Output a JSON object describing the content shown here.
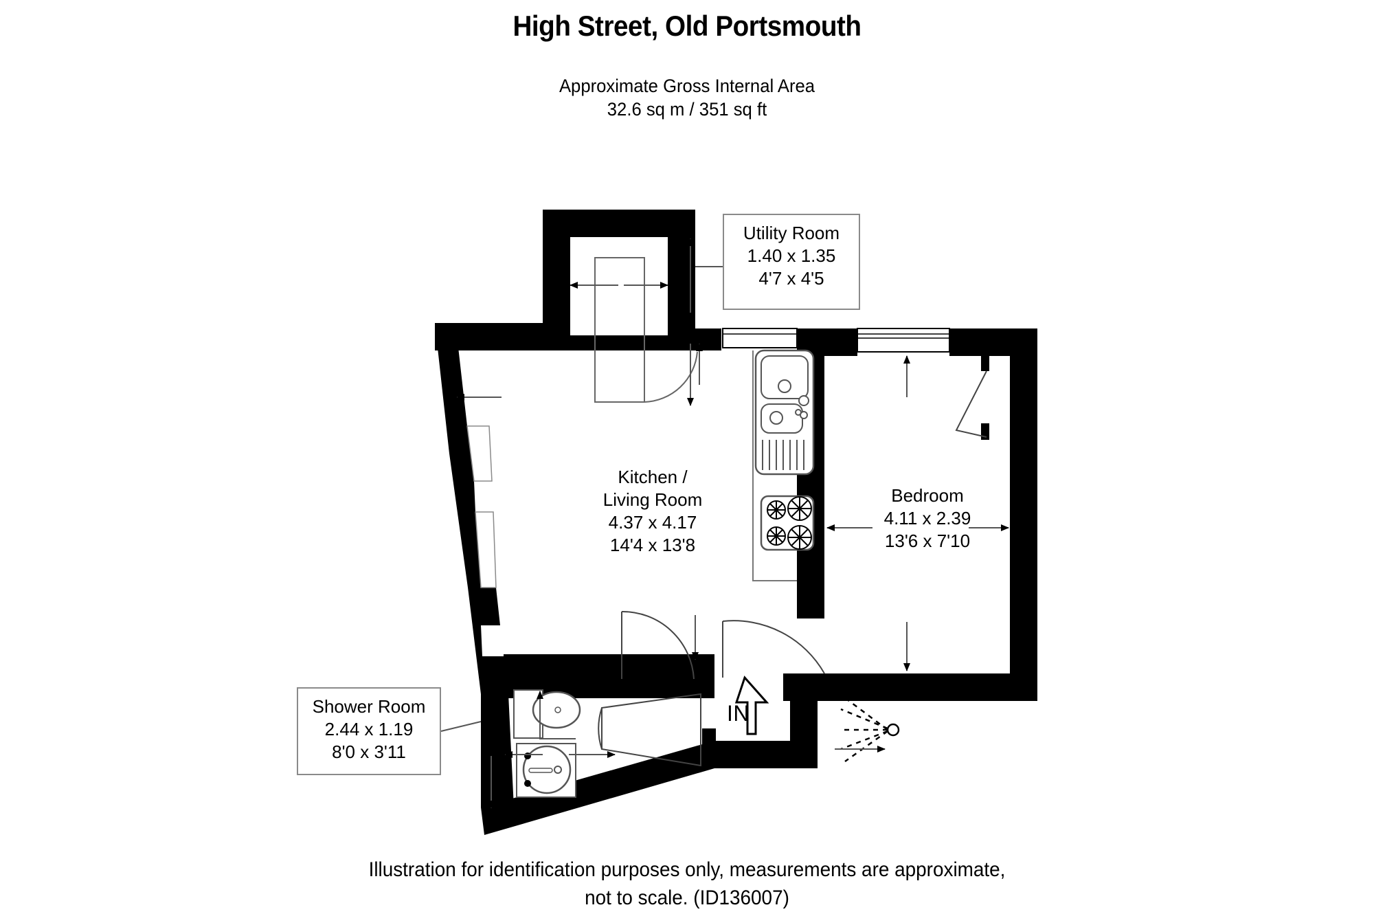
{
  "header": {
    "title": "High Street, Old Portsmouth",
    "area_line_1": "Approximate Gross Internal Area",
    "area_line_2": "32.6 sq m / 351 sq ft"
  },
  "footer": {
    "line_1": "Illustration for identification purposes only, measurements are approximate,",
    "line_2": "not to scale. (ID136007)"
  },
  "entrance": {
    "label": "IN",
    "icon": "up-arrow-icon"
  },
  "rooms": {
    "utility": {
      "name": "Utility Room",
      "metric": "1.40 x 1.35",
      "imperial": "4'7 x 4'5"
    },
    "kitchen_living": {
      "name_line_1": "Kitchen /",
      "name_line_2": "Living Room",
      "metric": "4.37 x 4.17",
      "imperial": "14'4 x 13'8"
    },
    "bedroom": {
      "name": "Bedroom",
      "metric": "4.11 x 2.39",
      "imperial": "13'6 x 7'10"
    },
    "shower": {
      "name": "Shower Room",
      "metric": "2.44 x 1.19",
      "imperial": "8'0 x 3'11"
    }
  },
  "fixtures": [
    "kitchen-sink-icon",
    "hob-icon",
    "wc-icon",
    "wash-basin-icon",
    "shower-icon"
  ],
  "colors": {
    "wall": "#000000",
    "background": "#ffffff",
    "callout_border": "#8a8a8a",
    "fixture_outline": "#555555"
  }
}
